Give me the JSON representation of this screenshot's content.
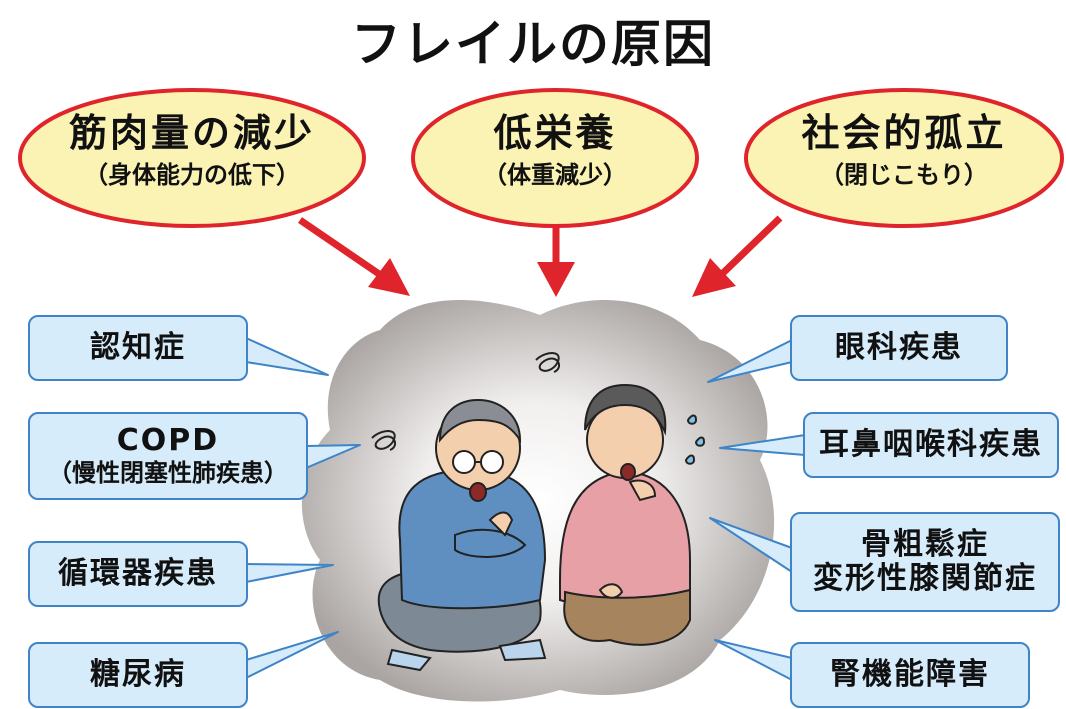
{
  "title": "フレイルの原因",
  "causes": [
    {
      "main": "筋肉量の減少",
      "sub": "（身体能力の低下）"
    },
    {
      "main": "低栄養",
      "sub": "（体重減少）"
    },
    {
      "main": "社会的孤立",
      "sub": "（閉じこもり）"
    }
  ],
  "diseases_left": [
    {
      "line1": "認知症",
      "line2": ""
    },
    {
      "line1": "COPD",
      "line2": "（慢性閉塞性肺疾患）"
    },
    {
      "line1": "循環器疾患",
      "line2": ""
    },
    {
      "line1": "糖尿病",
      "line2": ""
    }
  ],
  "diseases_right": [
    {
      "line1": "眼科疾患",
      "line2": ""
    },
    {
      "line1": "耳鼻咽喉科疾患",
      "line2": ""
    },
    {
      "line1": "骨粗鬆症",
      "line2": "変形性膝関節症"
    },
    {
      "line1": "腎機能障害",
      "line2": ""
    }
  ],
  "colors": {
    "oval_fill": "#fbf3b4",
    "oval_stroke": "#e0242b",
    "arrow": "#e0242b",
    "box_fill": "#d6ecfb",
    "box_stroke": "#3f84c6",
    "cloud": "#b5b0ae",
    "man_shirt": "#5f8fc0",
    "woman_shirt": "#e6a0a6"
  }
}
